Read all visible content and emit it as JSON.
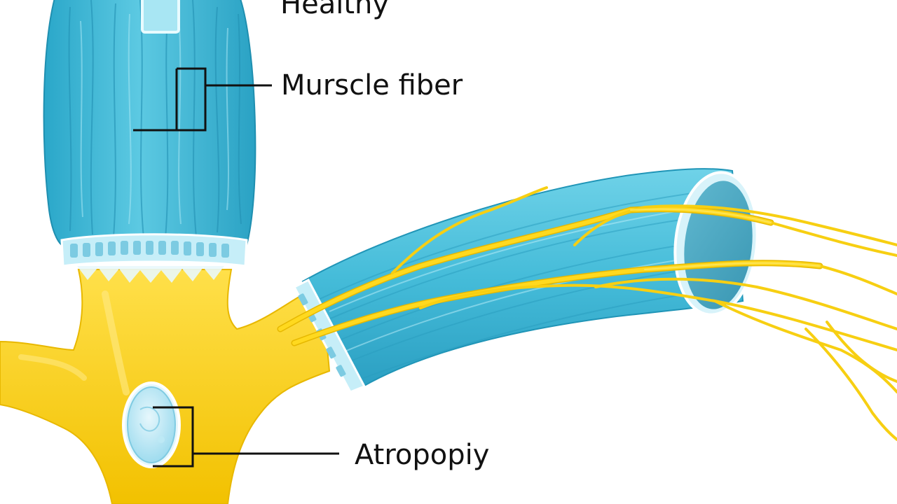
{
  "labels": {
    "top": "Healthy",
    "middle": "Murscle fiber",
    "bottom": "Atropopiy"
  },
  "colors": {
    "muscle": "#3fb9d6",
    "muscle_light": "#8fdcee",
    "muscle_dark": "#1f93b3",
    "nerve": "#f7d21e",
    "nerve_dark": "#e3b400",
    "leader": "#111111"
  }
}
